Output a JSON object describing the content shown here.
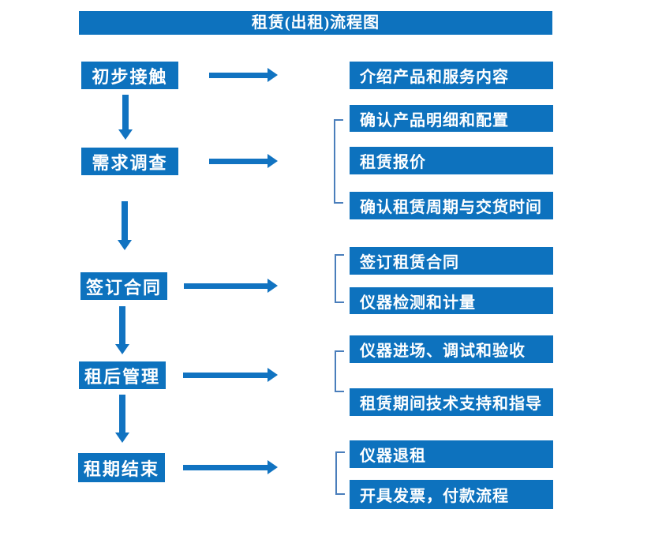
{
  "title": "租赁(出租)流程图",
  "colors": {
    "box_blue": "#0d72be",
    "arrow_blue": "#1173c1",
    "bracket_blue": "#4a7ebb",
    "text_white": "#ffffff",
    "background": "#ffffff"
  },
  "stages": [
    {
      "label": "初步接触",
      "details": [
        "介绍产品和服务内容"
      ]
    },
    {
      "label": "需求调查",
      "details": [
        "确认产品明细和配置",
        "租赁报价",
        "确认租赁周期与交货时间"
      ]
    },
    {
      "label": "签订合同",
      "details": [
        "签订租赁合同",
        "仪器检测和计量"
      ]
    },
    {
      "label": "租后管理",
      "details": [
        "仪器进场、调试和验收",
        "租赁期间技术支持和指导"
      ]
    },
    {
      "label": "租期结束",
      "details": [
        "仪器退租",
        "开具发票，付款流程"
      ]
    }
  ]
}
